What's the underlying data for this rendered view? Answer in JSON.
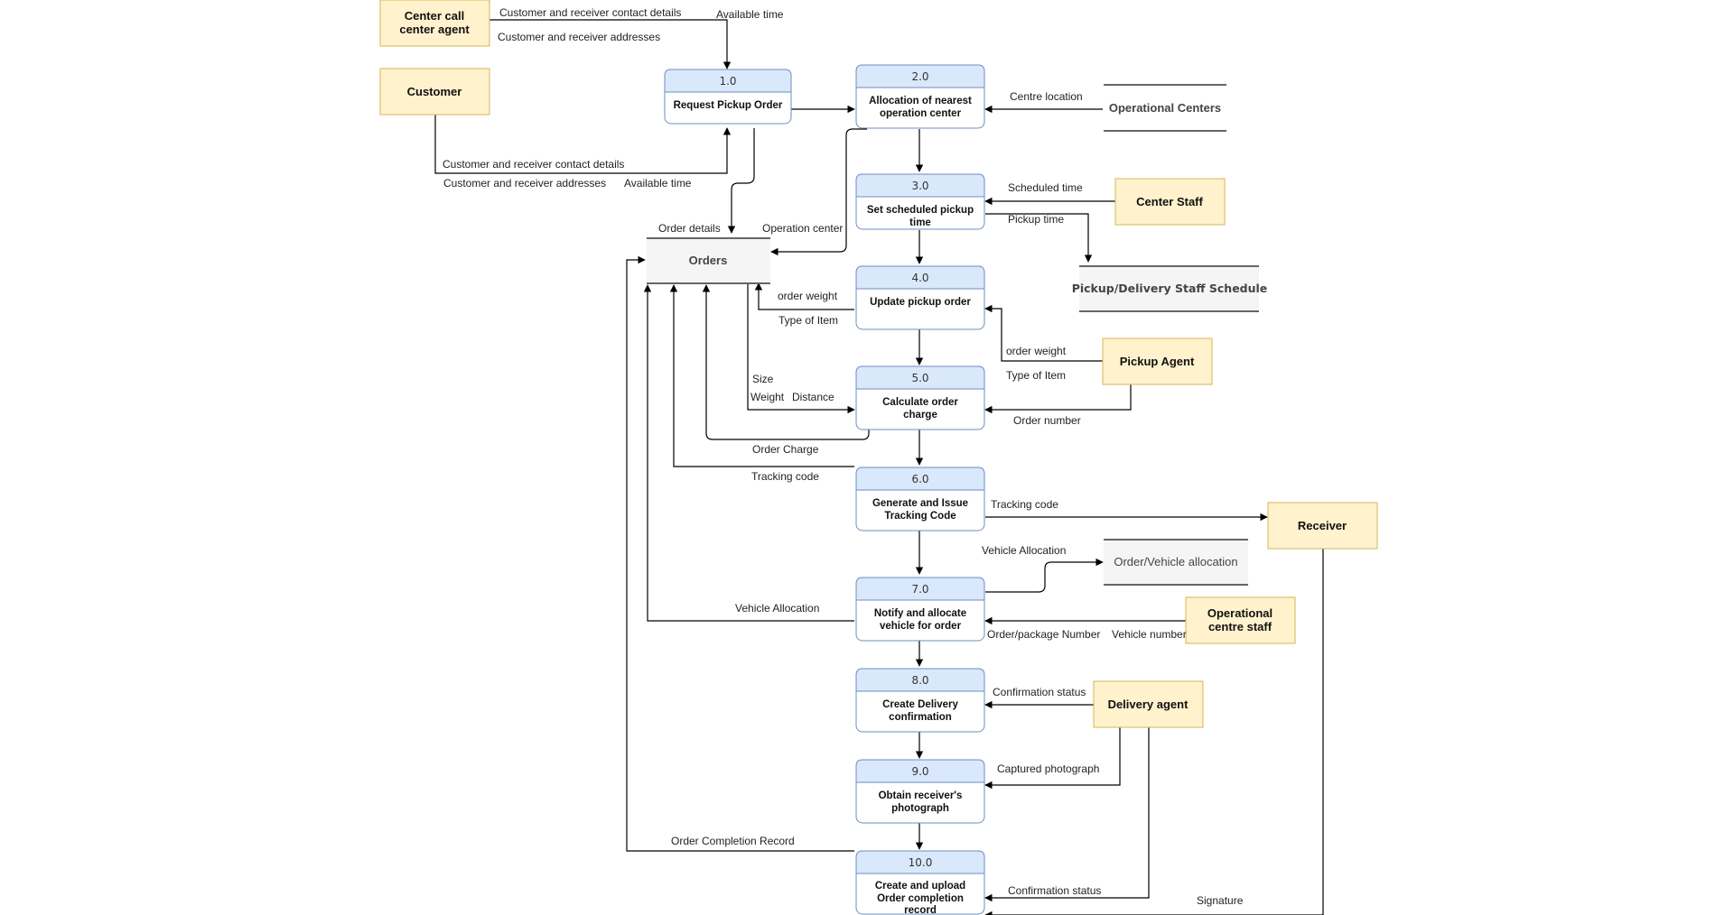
{
  "external_entities": {
    "call_center_agent": [
      "Center call",
      "center agent"
    ],
    "customer": [
      "Customer"
    ],
    "center_staff": [
      "Center Staff"
    ],
    "pickup_agent": [
      "Pickup Agent"
    ],
    "receiver": [
      "Receiver"
    ],
    "operational_centre_staff": [
      "Operational",
      "centre staff"
    ],
    "delivery_agent": [
      "Delivery agent"
    ]
  },
  "data_stores": {
    "operational_centers": "Operational Centers",
    "orders": "Orders",
    "staff_schedule": "Pickup/Delivery Staff Schedule",
    "vehicle_allocation": "Order/Vehicle allocation"
  },
  "processes": [
    {
      "number": "1.0",
      "name": [
        "Request Pickup Order"
      ]
    },
    {
      "number": "2.0",
      "name": [
        "Allocation of nearest",
        "operation center"
      ]
    },
    {
      "number": "3.0",
      "name": [
        "Set scheduled pickup",
        "time"
      ]
    },
    {
      "number": "4.0",
      "name": [
        "Update pickup order"
      ]
    },
    {
      "number": "5.0",
      "name": [
        "Calculate order",
        "charge"
      ]
    },
    {
      "number": "6.0",
      "name": [
        "Generate and Issue",
        "Tracking Code"
      ]
    },
    {
      "number": "7.0",
      "name": [
        "Notify and allocate",
        "vehicle for order"
      ]
    },
    {
      "number": "8.0",
      "name": [
        "Create Delivery",
        "confirmation"
      ]
    },
    {
      "number": "9.0",
      "name": [
        "Obtain receiver's",
        "photograph"
      ]
    },
    {
      "number": "10.0",
      "name": [
        "Create and upload",
        "Order completion",
        "record"
      ]
    }
  ],
  "flow_labels": {
    "agent_contact": "Customer and receiver contact details",
    "agent_addresses": "Customer and receiver addresses",
    "agent_time": "Available time",
    "cust_contact": "Customer and receiver contact details",
    "cust_addresses": "Customer and receiver addresses",
    "cust_time": "Available time",
    "centre_location": "Centre location",
    "order_details": "Order details",
    "operation_center": "Operation center",
    "scheduled_time": "Scheduled time",
    "pickup_time": "Pickup time",
    "order_weight_to_orders": "order weight",
    "type_to_orders": "Type of Item",
    "order_weight_from_agent": "order weight",
    "type_from_agent": "Type of Item",
    "size": "Size",
    "weight": "Weight",
    "distance": "Distance",
    "order_number": "Order number",
    "order_charge": "Order Charge",
    "tracking_code_to_orders": "Tracking code",
    "tracking_code_to_receiver": "Tracking code",
    "vehicle_allocation_store": "Vehicle Allocation",
    "vehicle_allocation_orders": "Vehicle Allocation",
    "package_number": "Order/package Number",
    "vehicle_number": "Vehicle number",
    "confirmation_status_8": "Confirmation status",
    "captured_photograph": "Captured photograph",
    "order_completion_record": "Order Completion Record",
    "confirmation_status_10": "Confirmation status",
    "signature": "Signature"
  },
  "colors": {
    "entity_fill": "#fff2cc",
    "entity_stroke": "#d6b656",
    "process_header_fill": "#dae8fc",
    "process_stroke": "#6c8ebf",
    "store_fill": "#f5f5f5",
    "store_stroke": "#666666"
  }
}
